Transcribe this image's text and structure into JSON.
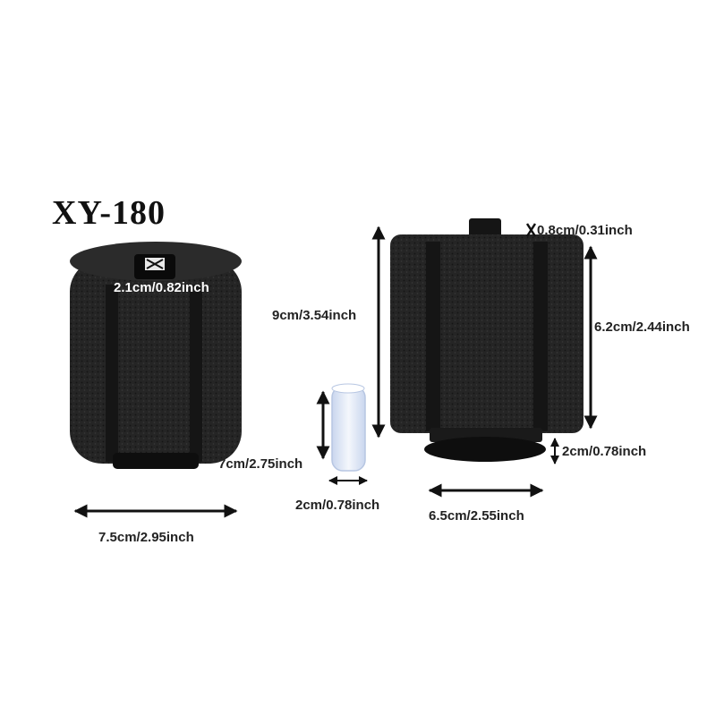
{
  "model": "XY-180",
  "colors": {
    "sponge": "#232323",
    "sponge_dark": "#141414",
    "arrow": "#111111",
    "tube": "#dfe8f6",
    "base": "#101010"
  },
  "dimensions": {
    "top_outlet": "2.1cm/0.82inch",
    "left_width": "7.5cm/2.95inch",
    "tube_height": "7cm/2.75inch",
    "tube_width": "2cm/0.78inch",
    "total_height": "9cm/3.54inch",
    "nozzle": "0.8cm/0.31inch",
    "sponge_height": "6.2cm/2.44inch",
    "base_height": "2cm/0.78inch",
    "right_width": "6.5cm/2.55inch"
  }
}
